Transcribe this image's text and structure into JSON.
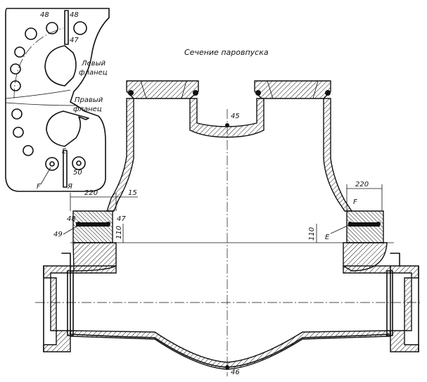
{
  "title": "Сечение паровпуска",
  "inset": {
    "left_flange": [
      "Левый",
      "фланец"
    ],
    "right_flange": [
      "Правый",
      "фланец"
    ],
    "labels": {
      "n48": "48",
      "n48b": "48",
      "n47": "47",
      "nE": "E",
      "n50": "50",
      "nF": "F",
      "nJa": "Я"
    }
  },
  "section": {
    "pos45": "45",
    "pos46": "46",
    "dim220_left": "220",
    "dim15": "15",
    "dim110_left": "110",
    "pos48": "48",
    "pos47": "47",
    "pos49": "49",
    "dim220_right": "220",
    "posF": "F",
    "dim110_right": "110",
    "posE": "E"
  }
}
